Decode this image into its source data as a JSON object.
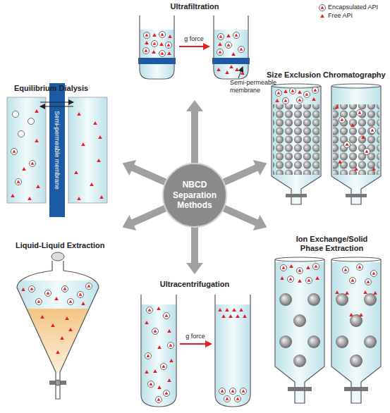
{
  "diagram": {
    "nodes": [
      {
        "text": [
          "NBCD Separation Methods"
        ]
      }
    ],
    "labels": [
      "Ultrafiltration",
      "g force",
      "Semi-permeable membrane",
      "Equilibrium Dialysis",
      "Semi-permeable membrane",
      "Size Exclusion Chromatography",
      "Liquid-Liquid Extraction",
      "Ultracentrifugation",
      "g force",
      "Ion Exchange/Solid Phase Extraction"
    ],
    "legend": [
      {
        "text": "Encapsulated API"
      },
      {
        "text": "Free API"
      }
    ]
  }
}
